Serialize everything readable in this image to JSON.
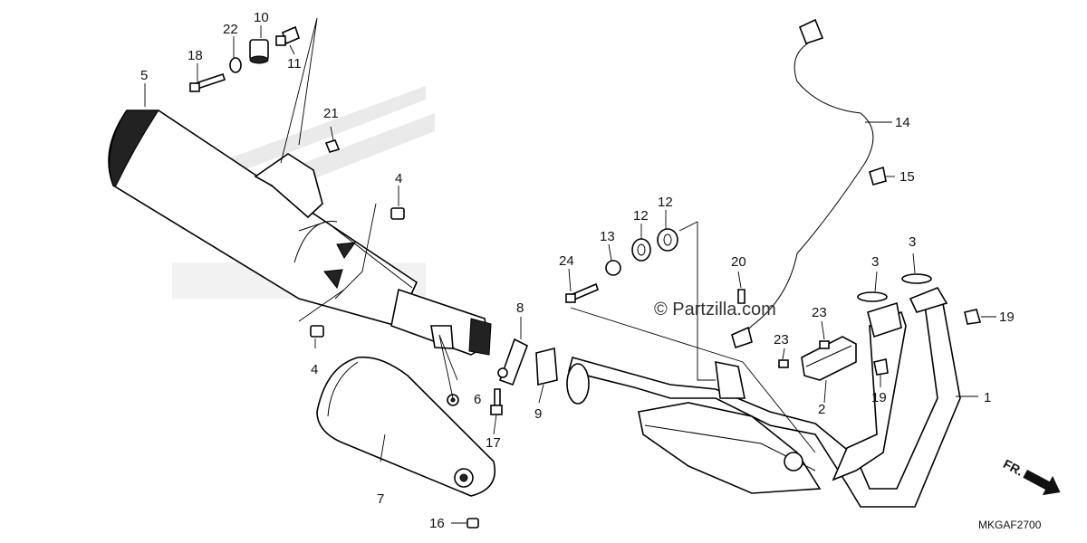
{
  "diagram_id": "MKGAF2700",
  "watermark": "© Partzilla.com",
  "direction_label": "FR.",
  "callouts": {
    "c1": "1",
    "c2": "2",
    "c3a": "3",
    "c3b": "3",
    "c4a": "4",
    "c4b": "4",
    "c5": "5",
    "c6": "6",
    "c7": "7",
    "c8": "8",
    "c9": "9",
    "c10": "10",
    "c11": "11",
    "c12a": "12",
    "c12b": "12",
    "c13": "13",
    "c14": "14",
    "c15": "15",
    "c16": "16",
    "c17": "17",
    "c18": "18",
    "c19a": "19",
    "c19b": "19",
    "c20": "20",
    "c21": "21",
    "c22": "22",
    "c23a": "23",
    "c23b": "23",
    "c24": "24"
  }
}
